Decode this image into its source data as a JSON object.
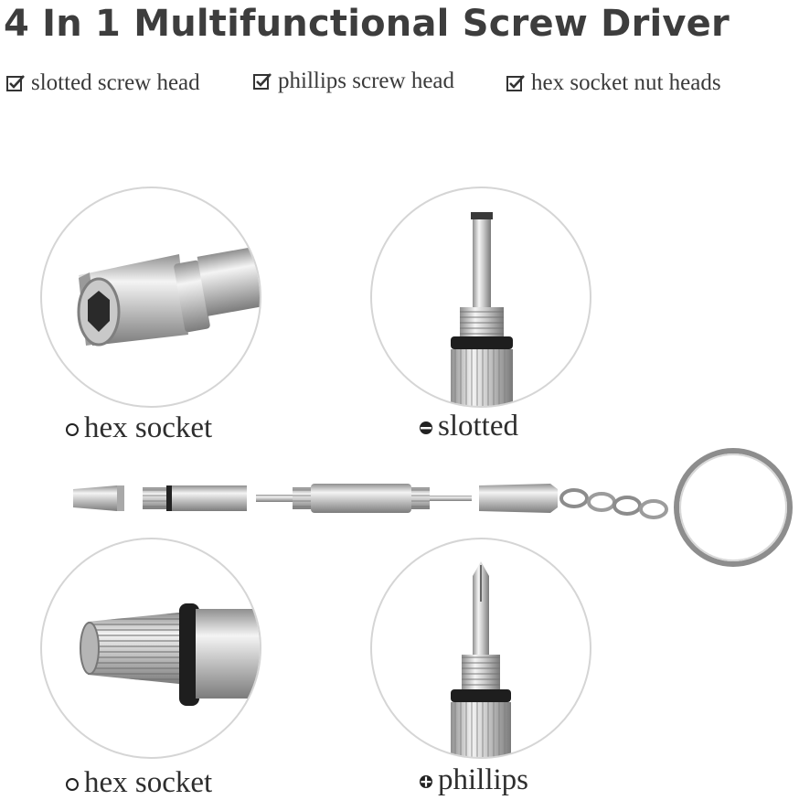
{
  "title": "4 In 1 Multifunctional Screw Driver",
  "features": [
    {
      "label": "slotted screw head",
      "icon": "checkbox-icon"
    },
    {
      "label": "phillips screw head",
      "icon": "checkbox-icon"
    },
    {
      "label": "hex socket nut heads",
      "icon": "checkbox-icon"
    }
  ],
  "panels": [
    {
      "label": "hex socket",
      "icon": "circle-outline-icon"
    },
    {
      "label": "slotted",
      "icon": "slotted-head-icon"
    },
    {
      "label": "hex socket",
      "icon": "circle-outline-icon"
    },
    {
      "label": "phillips",
      "icon": "phillips-head-icon"
    }
  ],
  "colors": {
    "text": "#3a3a3a",
    "circle_border": "#d5d5d5",
    "metal_light": "#eeeeee",
    "metal_dark": "#8a8a8a",
    "ring_black": "#1e1e1e"
  }
}
